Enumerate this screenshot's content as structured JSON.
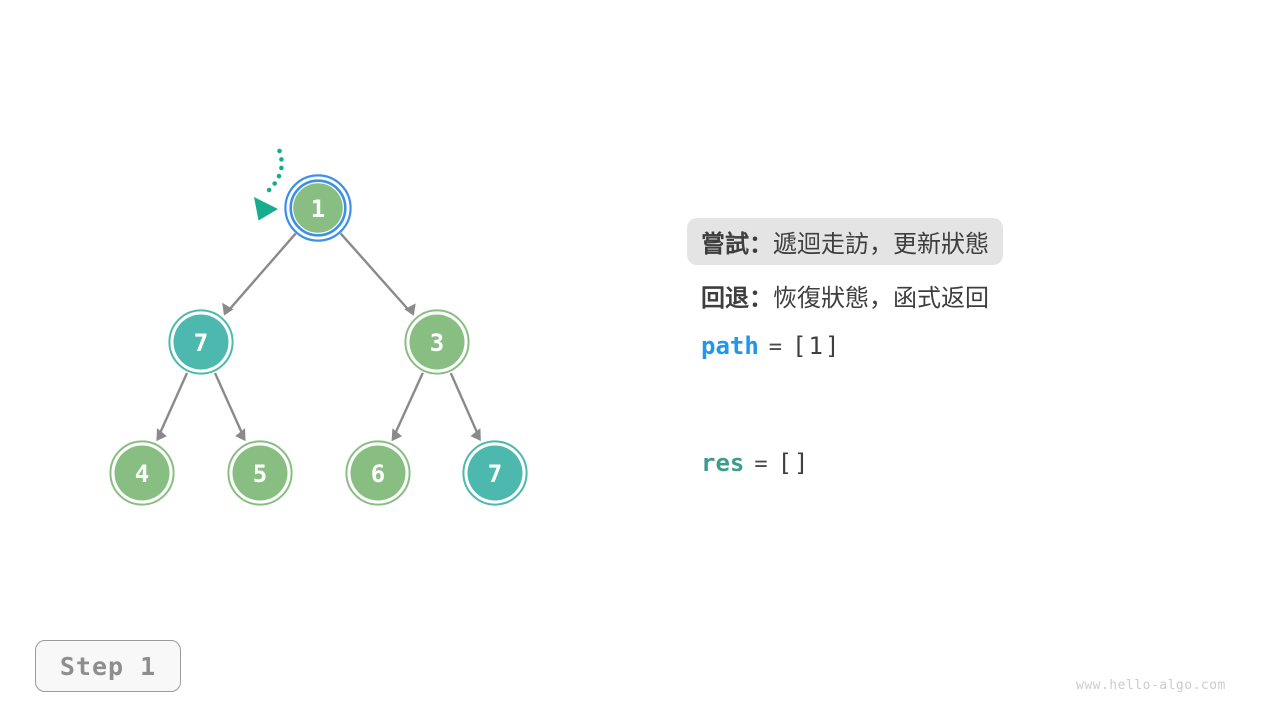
{
  "colors": {
    "node_green": "#89be83",
    "node_teal": "#4db8ae",
    "highlight_blue": "#3c90e8",
    "edge_gray": "#8a8a8a",
    "arrow_teal": "#17ab90",
    "text_dark": "#3e3e3e",
    "path_blue": "#2196ec",
    "res_teal": "#3d9b8f",
    "box_bg": "#e4e4e4",
    "step_bg": "#f8f8f8",
    "step_border": "#9b9b9b",
    "step_text": "#8e8e8e",
    "watermark_gray": "#cbcbcb"
  },
  "tree": {
    "nodes": [
      {
        "label": "1",
        "color": "green",
        "highlighted": true
      },
      {
        "label": "7",
        "color": "teal",
        "highlighted": false
      },
      {
        "label": "3",
        "color": "green",
        "highlighted": false
      },
      {
        "label": "4",
        "color": "green",
        "highlighted": false
      },
      {
        "label": "5",
        "color": "green",
        "highlighted": false
      },
      {
        "label": "6",
        "color": "green",
        "highlighted": false
      },
      {
        "label": "7",
        "color": "teal",
        "highlighted": false
      }
    ]
  },
  "panel": {
    "try_label": "嘗試：",
    "try_text": "遞迴走訪，更新狀態",
    "back_label": "回退：",
    "back_text": "恢復狀態，函式返回",
    "path_var": "path",
    "path_eq": "=",
    "path_value": "[1]",
    "res_var": "res",
    "res_eq": "=",
    "res_value": "[]"
  },
  "step_badge": {
    "label": "Step 1"
  },
  "watermark": "www.hello-algo.com"
}
